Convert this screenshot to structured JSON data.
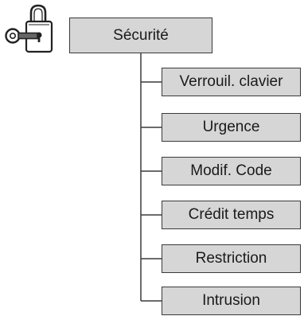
{
  "root": {
    "label": "Sécurité",
    "icon": "padlock-key-icon"
  },
  "items": [
    {
      "label": "Verrouil. clavier"
    },
    {
      "label": "Urgence"
    },
    {
      "label": "Modif. Code"
    },
    {
      "label": "Crédit temps"
    },
    {
      "label": "Restriction"
    },
    {
      "label": "Intrusion"
    }
  ]
}
